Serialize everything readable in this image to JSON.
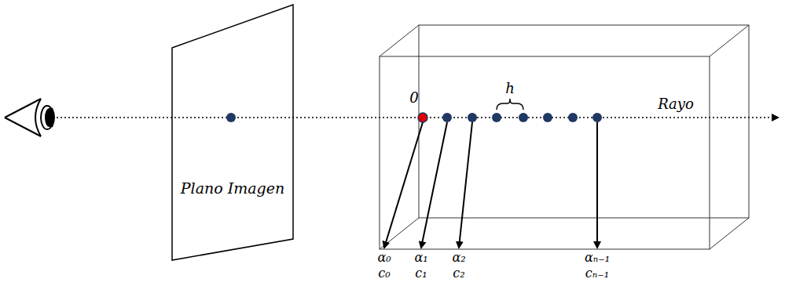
{
  "diagram": {
    "nodes": [
      {
        "text": [
          "Plano Imagen"
        ]
      }
    ],
    "labels": [
      "0",
      "h",
      "Rayo",
      "α₀",
      "c₀",
      "α₁",
      "c₁",
      "α₂",
      "c₂",
      "αₙ₋₁",
      "cₙ₋₁"
    ]
  }
}
